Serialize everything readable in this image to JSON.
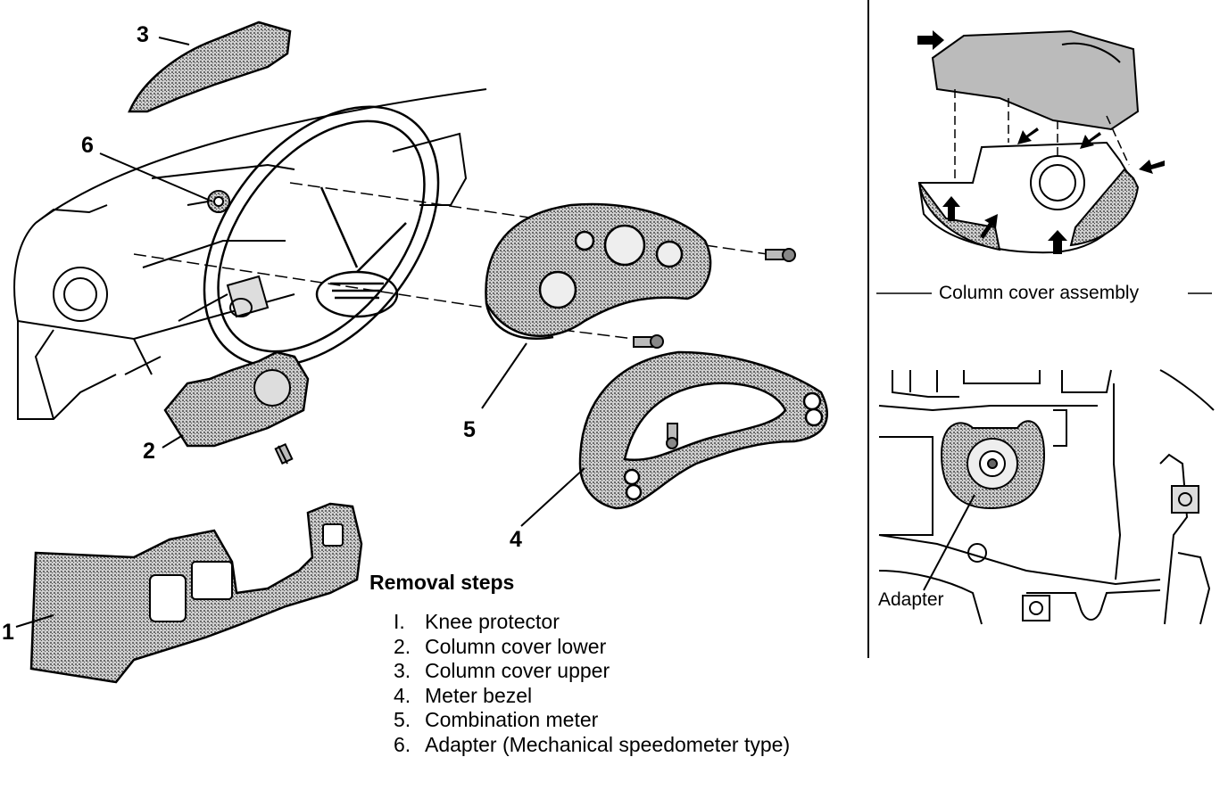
{
  "callouts": {
    "c1": "1",
    "c2": "2",
    "c3": "3",
    "c4": "4",
    "c5": "5",
    "c6": "6"
  },
  "inset_top": {
    "caption": "Column cover assembly"
  },
  "inset_bottom": {
    "caption": "Adapter"
  },
  "removal_steps": {
    "title": "Removal steps",
    "items": [
      {
        "num": "I.",
        "label": "Knee protector"
      },
      {
        "num": "2.",
        "label": "Column cover lower"
      },
      {
        "num": "3.",
        "label": "Column cover upper"
      },
      {
        "num": "4.",
        "label": "Meter bezel"
      },
      {
        "num": "5.",
        "label": "Combination meter"
      },
      {
        "num": "6.",
        "label": "Adapter (Mechanical speedometer type)"
      }
    ]
  },
  "colors": {
    "ink": "#000000",
    "shade": "#8a8a8a",
    "background": "#ffffff"
  }
}
